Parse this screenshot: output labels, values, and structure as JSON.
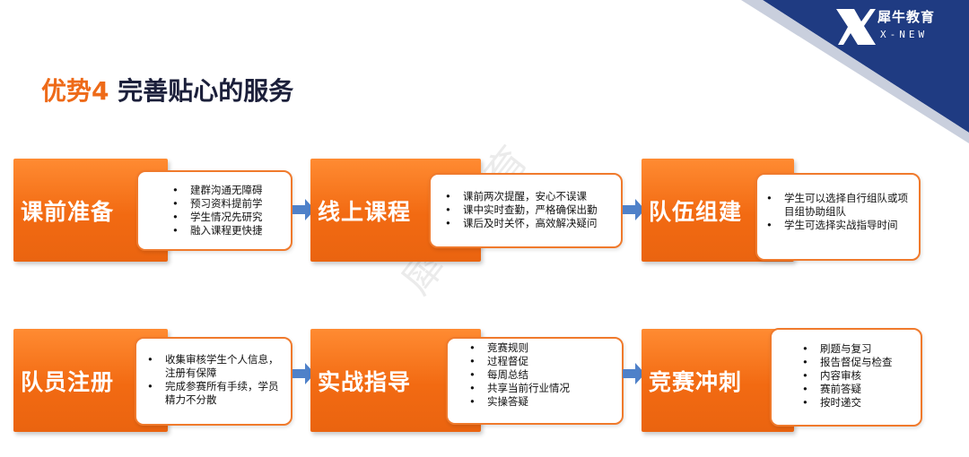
{
  "brand": {
    "name": "犀牛教育",
    "sub": "X-NEW",
    "color_navy": "#1f3b82",
    "color_orange": "#f26a12"
  },
  "title": {
    "accent": "优势4",
    "main": "完善贴心的服务"
  },
  "watermark": "犀牛教育",
  "steps": [
    {
      "label": "课前准备",
      "items": [
        "建群沟通无障碍",
        "预习资料提前学",
        "学生情况先研究",
        "融入课程更快捷"
      ]
    },
    {
      "label": "线上课程",
      "items": [
        "课前两次提醒，安心不误课",
        "课中实时查勤，严格确保出勤",
        "课后及时关怀，高效解决疑问"
      ]
    },
    {
      "label": "队伍组建",
      "items": [
        "学生可以选择自行组队或项目组协助组队",
        "学生可选择实战指导时间"
      ]
    },
    {
      "label": "队员注册",
      "items": [
        "收集审核学生个人信息，注册有保障",
        "完成参赛所有手续，学员精力不分散"
      ]
    },
    {
      "label": "实战指导",
      "items": [
        "竞赛规则",
        "过程督促",
        "每周总结",
        "共享当前行业情况",
        "实操答疑"
      ]
    },
    {
      "label": "竞赛冲刺",
      "items": [
        "刷题与复习",
        "报告督促与检查",
        "内容审核",
        "赛前答疑",
        "按时递交"
      ]
    }
  ]
}
